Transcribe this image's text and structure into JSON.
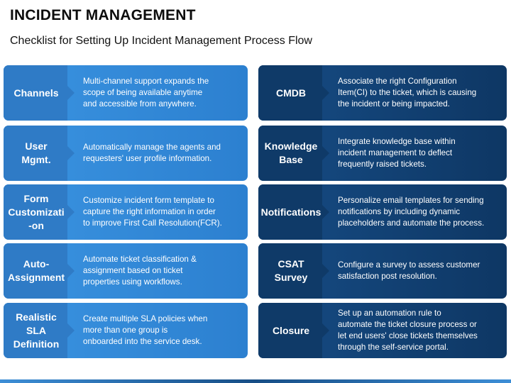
{
  "header": {
    "title": "INCIDENT MANAGEMENT",
    "subtitle": "Checklist for Setting Up Incident Management Process Flow"
  },
  "colors": {
    "left_column": {
      "label": "#2f7bc6",
      "desc_start": "#3a93e0",
      "desc_end": "#2c80d0"
    },
    "right_column": {
      "label": "#0f3a68",
      "desc_start": "#164c85",
      "desc_end": "#0e3764"
    }
  },
  "left_items": [
    {
      "label": "Channels",
      "description": "Multi-channel support expands the\nscope of being available anytime\nand accessible from anywhere."
    },
    {
      "label": "User\nMgmt.",
      "description": "Automatically manage the agents and\nrequesters' user profile information."
    },
    {
      "label": "Form\nCustomizati\n-on",
      "description": "Customize incident form template to\ncapture the right information in order\nto improve First Call Resolution(FCR)."
    },
    {
      "label": "Auto-\nAssignment",
      "description": "Automate ticket classification &\nassignment based on ticket\nproperties using workflows."
    },
    {
      "label": "Realistic\nSLA\nDefinition",
      "description": "Create multiple SLA policies when\nmore than one group is\nonboarded into the service desk."
    }
  ],
  "right_items": [
    {
      "label": "CMDB",
      "description": "Associate the right Configuration\nItem(CI) to the ticket, which is causing\nthe incident or being impacted."
    },
    {
      "label": "Knowledge\nBase",
      "description": "Integrate knowledge base within\nincident management to deflect\nfrequently raised tickets."
    },
    {
      "label": "Notifications",
      "description": "Personalize email templates for sending\nnotifications by including dynamic\nplaceholders and automate the process."
    },
    {
      "label": "CSAT\nSurvey",
      "description": "Configure a survey to assess customer\nsatisfaction post resolution."
    },
    {
      "label": "Closure",
      "description": "Set up an automation rule to\nautomate the ticket closure process or\nlet end users' close tickets themselves\nthrough the self-service portal."
    }
  ]
}
